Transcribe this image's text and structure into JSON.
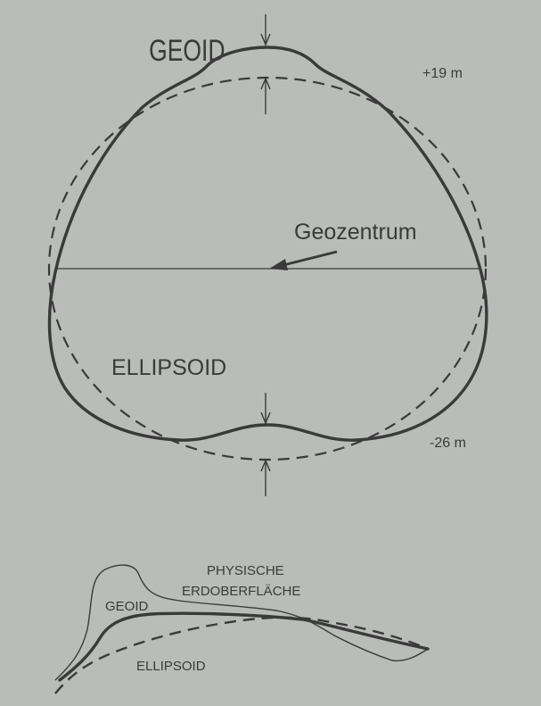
{
  "colors": {
    "background": "#b9bcb9",
    "ink": "#3a3a3a"
  },
  "labels": {
    "geoid_title": "GEOID",
    "ellipsoid_title": "ELLIPSOID",
    "geocenter": "Geozentrum",
    "top_deviation": "+19 m",
    "bottom_deviation": "-26 m"
  },
  "detail": {
    "surface_line1": "PHYSISCHE",
    "surface_line2": "ERDOBERFLÄCHE",
    "geoid": "GEOID",
    "ellipsoid": "ELLIPSOID"
  }
}
